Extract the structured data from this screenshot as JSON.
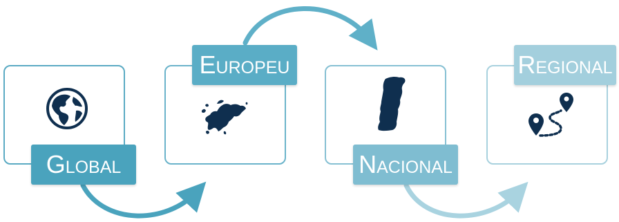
{
  "stages": [
    {
      "id": "global",
      "label": "Global",
      "icon": "globe-icon",
      "color": "#4aa3bd",
      "border": "#5aaac3"
    },
    {
      "id": "europeu",
      "label": "Europeu",
      "icon": "europe-map-icon",
      "color": "#5aadc6",
      "border": "#6ab3ca"
    },
    {
      "id": "nacional",
      "label": "Nacional",
      "icon": "portugal-map-icon",
      "color": "#7fbdd1",
      "border": "#86c0d3"
    },
    {
      "id": "regional",
      "label": "Regional",
      "icon": "route-pins-icon",
      "color": "#a3cfdd",
      "border": "#a8d1de"
    }
  ],
  "colors": {
    "icon": "#0f2f4f",
    "arrow_1": "#4aa3bd",
    "arrow_2": "#5fb0c8",
    "arrow_3": "#a9d3e0"
  }
}
